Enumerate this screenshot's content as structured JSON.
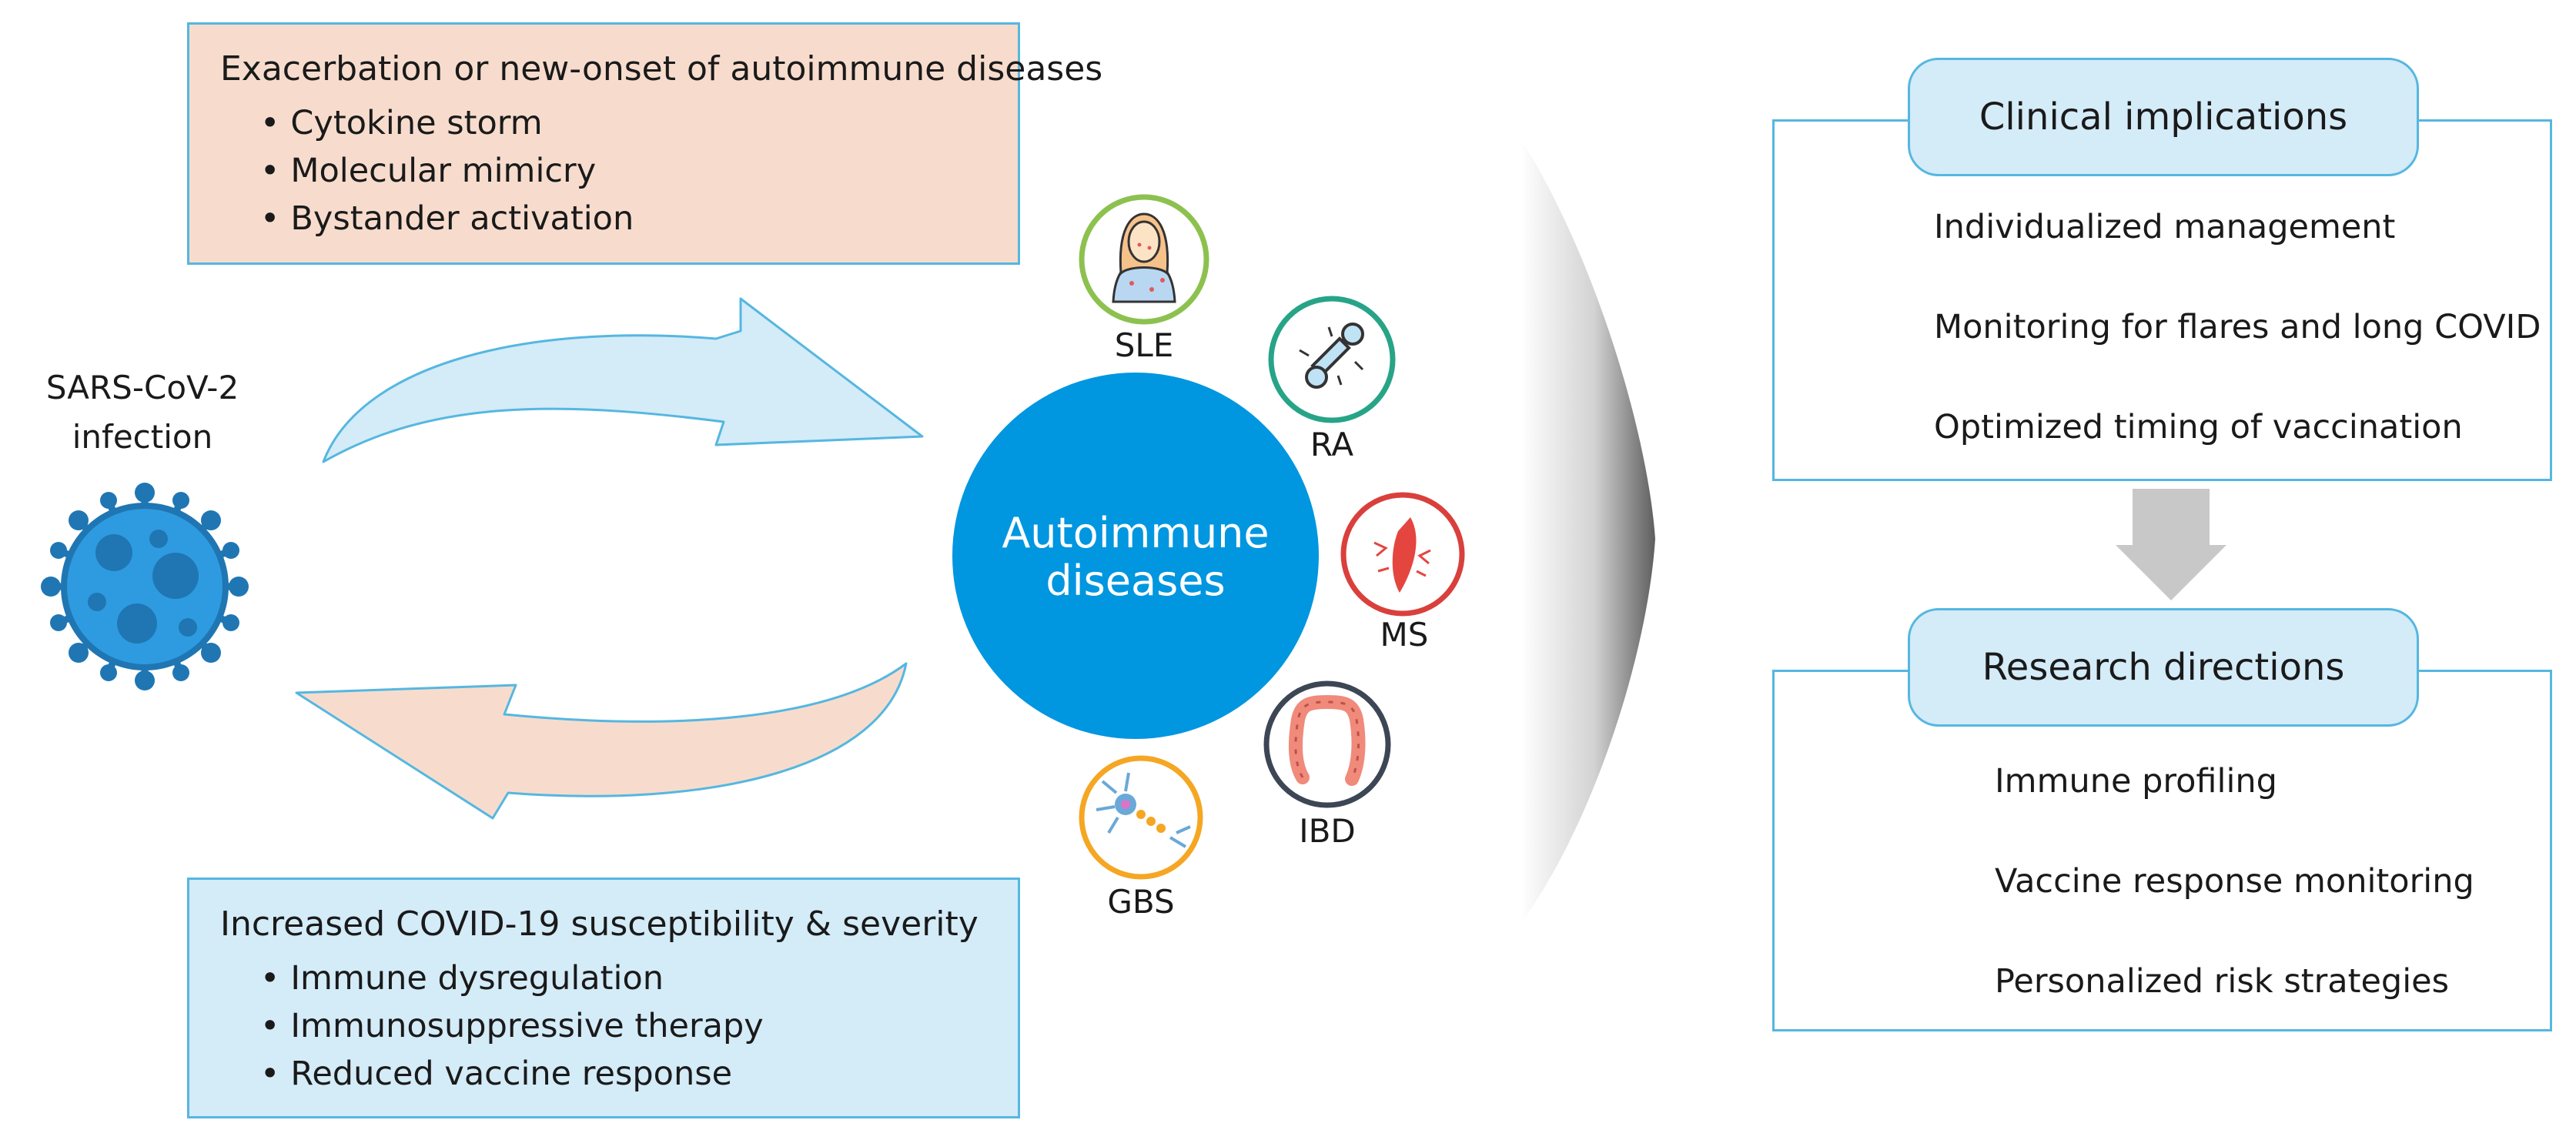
{
  "exacerbation": {
    "title": "Exacerbation or new-onset of autoimmune diseases",
    "items": [
      "Cytokine storm",
      "Molecular mimicry",
      "Bystander activation"
    ]
  },
  "susceptibility": {
    "title": "Increased COVID-19 susceptibility & severity",
    "items": [
      "Immune dysregulation",
      "Immunosuppressive therapy",
      "Reduced vaccine response"
    ]
  },
  "infection": {
    "line1": "SARS-CoV-2",
    "line2": "infection"
  },
  "hub": {
    "line1": "Autoimmune",
    "line2": "diseases"
  },
  "diseases": [
    "SLE",
    "RA",
    "MS",
    "IBD",
    "GBS"
  ],
  "clinical": {
    "title": "Clinical implications",
    "items": [
      "Individualized management",
      "Monitoring for flares and long COVID",
      "Optimized timing of vaccination"
    ],
    "icons": [
      "syringe-icon",
      "stethoscope-icon",
      "calendar-clock-icon"
    ]
  },
  "research": {
    "title": "Research directions",
    "items": [
      "Immune profiling",
      "Vaccine response monitoring",
      "Personalized risk strategies"
    ],
    "icons": [
      "microscope-icon",
      "barcode-icon",
      "pill-bottle-icon"
    ]
  },
  "colors": {
    "box_border": "#55b7e0",
    "peach_fill": "#f7dccd",
    "light_blue_fill": "#d4ebf8",
    "hub_blue": "#0096e0",
    "virus_blue": "#2e9be0",
    "arrow_gray": "#c8c8c8"
  }
}
